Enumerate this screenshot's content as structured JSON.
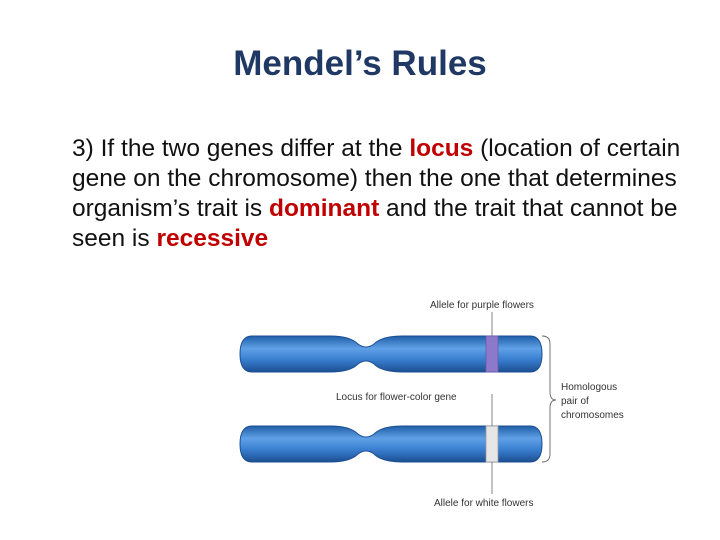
{
  "title": "Mendel’s Rules",
  "body": {
    "part1": "3) If the two genes differ at the ",
    "term_locus": "locus",
    "part2": " (location of certain gene on the chromosome) then the one that determines organism’s trait is ",
    "term_dominant": "dominant",
    "part3": " and the trait that cannot be seen is ",
    "term_recessive": "recessive"
  },
  "figure": {
    "label_allele_purple": "Allele for purple flowers",
    "label_locus": "Locus for flower-color gene",
    "label_homologous_1": "Homologous",
    "label_homologous_2": "pair of",
    "label_homologous_3": "chromosomes",
    "label_allele_white": "Allele for white flowers",
    "colors": {
      "chromosome": "#3a7fd0",
      "allele_purple": "#8d79c9",
      "allele_white": "#e6e6e6",
      "emphasis": "#c00000",
      "title": "#1f3864"
    }
  }
}
